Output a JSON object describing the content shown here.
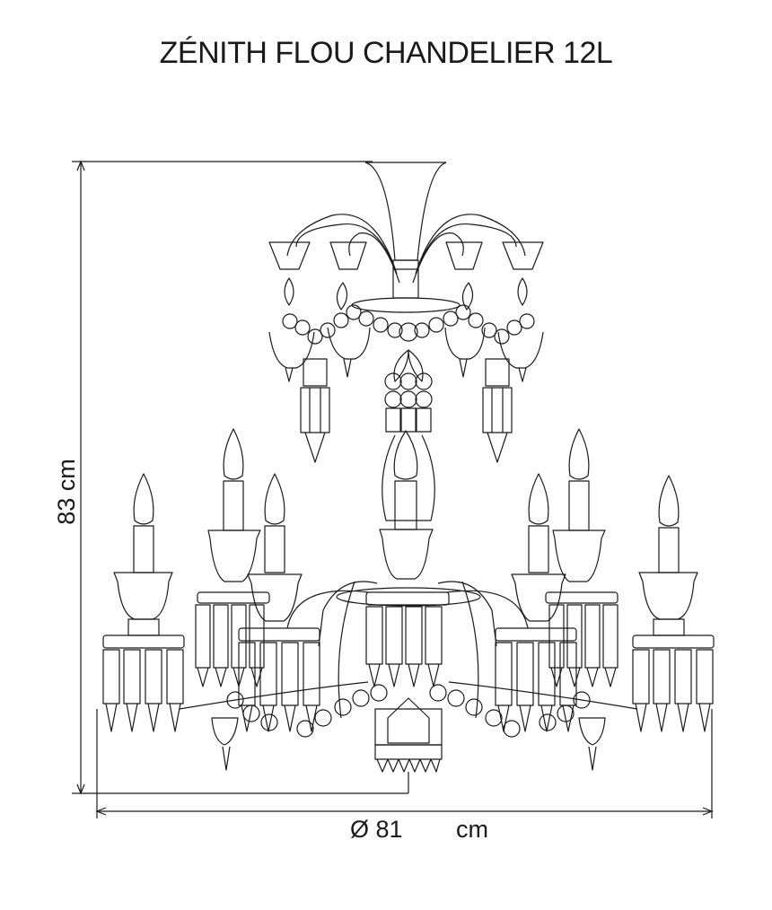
{
  "title": "ZÉNITH FLOU CHANDELIER 12L",
  "dimensions": {
    "height_label": "83 cm",
    "diameter_symbol_value": "Ø 81",
    "diameter_unit": "cm"
  },
  "colors": {
    "line": "#1a1a1a",
    "background": "#ffffff"
  }
}
